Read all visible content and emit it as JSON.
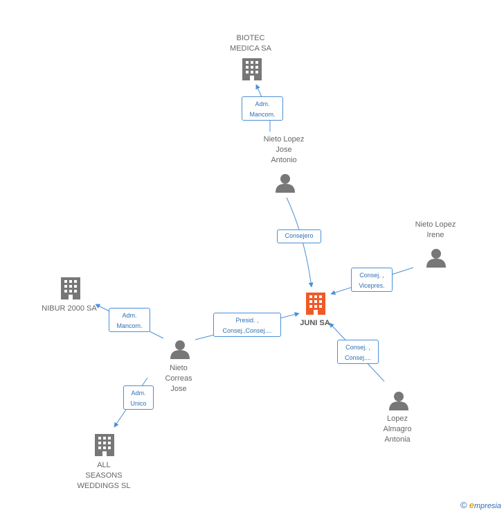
{
  "center": {
    "label": "JUNI SA"
  },
  "companies": {
    "biotec": "BIOTEC\nMEDICA SA",
    "nibur": "NIBUR 2000 SA",
    "allseasons": "ALL\nSEASONS\nWEDDINGS  SL"
  },
  "people": {
    "nieto_jose_antonio": "Nieto Lopez\nJose\nAntonio",
    "nieto_irene": "Nieto Lopez\nIrene",
    "nieto_correas": "Nieto\nCorreas\nJose",
    "lopez_almagro": "Lopez\nAlmagro\nAntonia"
  },
  "roles": {
    "biotec_adm": "Adm.\nMancom.",
    "consejero": "Consejero",
    "irene_role": "Consej. ,\nVicepres.",
    "correas_presid": "Presid. ,\nConsej.,Consej....",
    "nibur_adm": "Adm.\nMancom.",
    "allseasons_adm": "Adm.\nUnico",
    "almagro_role": "Consej. ,\nConsej...."
  },
  "footer": {
    "copyright": "©",
    "brand_e": "e",
    "brand_rest": "mpresia"
  },
  "colors": {
    "accent": "#4a8fd6",
    "center_icon": "#f05a28",
    "node_icon": "#777777"
  }
}
